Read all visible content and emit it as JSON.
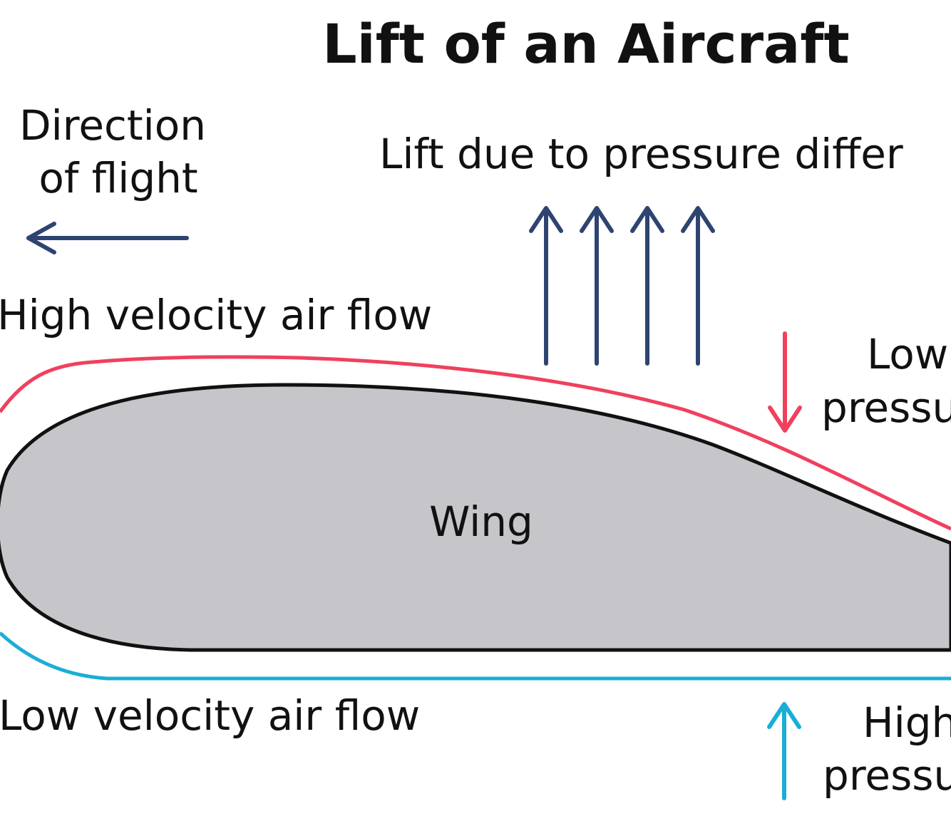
{
  "title": "Lift of an Aircraft",
  "labels": {
    "direction_line1": "Direction",
    "direction_line2": "of flight",
    "lift": "Lift due to pressure differ",
    "high_velocity": "High velocity air flow",
    "low_velocity": "Low velocity air flow",
    "wing": "Wing",
    "low_pressure_line1": "Low",
    "low_pressure_line2": "pressu",
    "high_pressure_line1": "High",
    "high_pressure_line2": "pressu"
  },
  "colors": {
    "navy_arrow": "#2e4470",
    "upper_flow": "#f0405e",
    "lower_flow": "#1aaed6",
    "wing_fill": "#c6c5c9",
    "wing_outline": "#111111",
    "text": "#111111"
  }
}
